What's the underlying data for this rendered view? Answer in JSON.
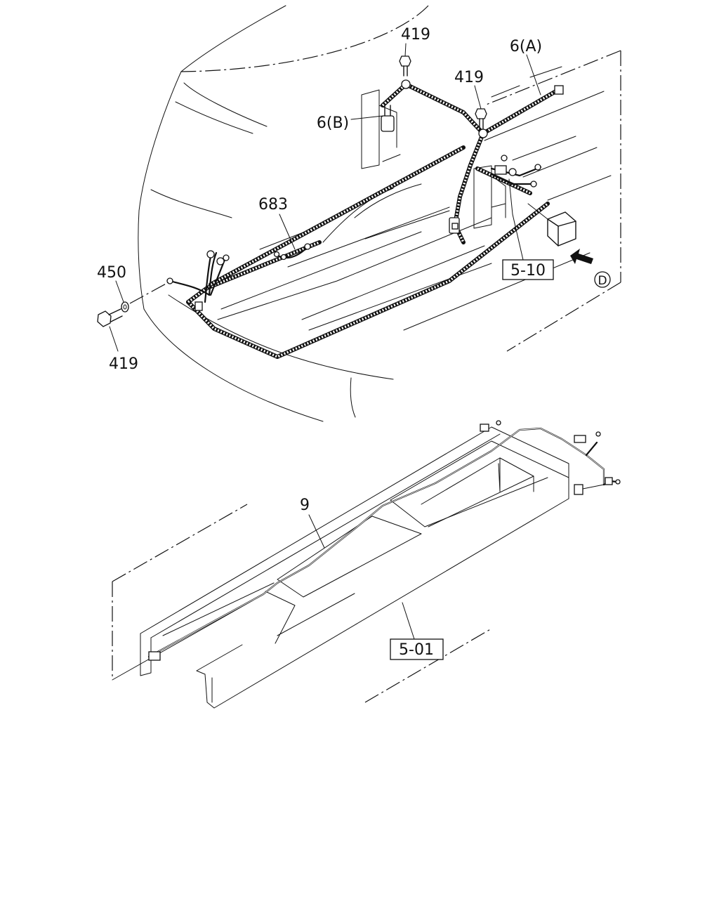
{
  "callouts": {
    "bolt_top_1": "419",
    "bolt_top_2": "419",
    "harness_a": "6(A)",
    "harness_b": "6(B)",
    "harness_683": "683",
    "washer": "450",
    "bolt_bottom": "419",
    "harness_9": "9"
  },
  "references": {
    "ref_upper": "5-10",
    "ref_lower": "5-01"
  },
  "view_marker": "D"
}
